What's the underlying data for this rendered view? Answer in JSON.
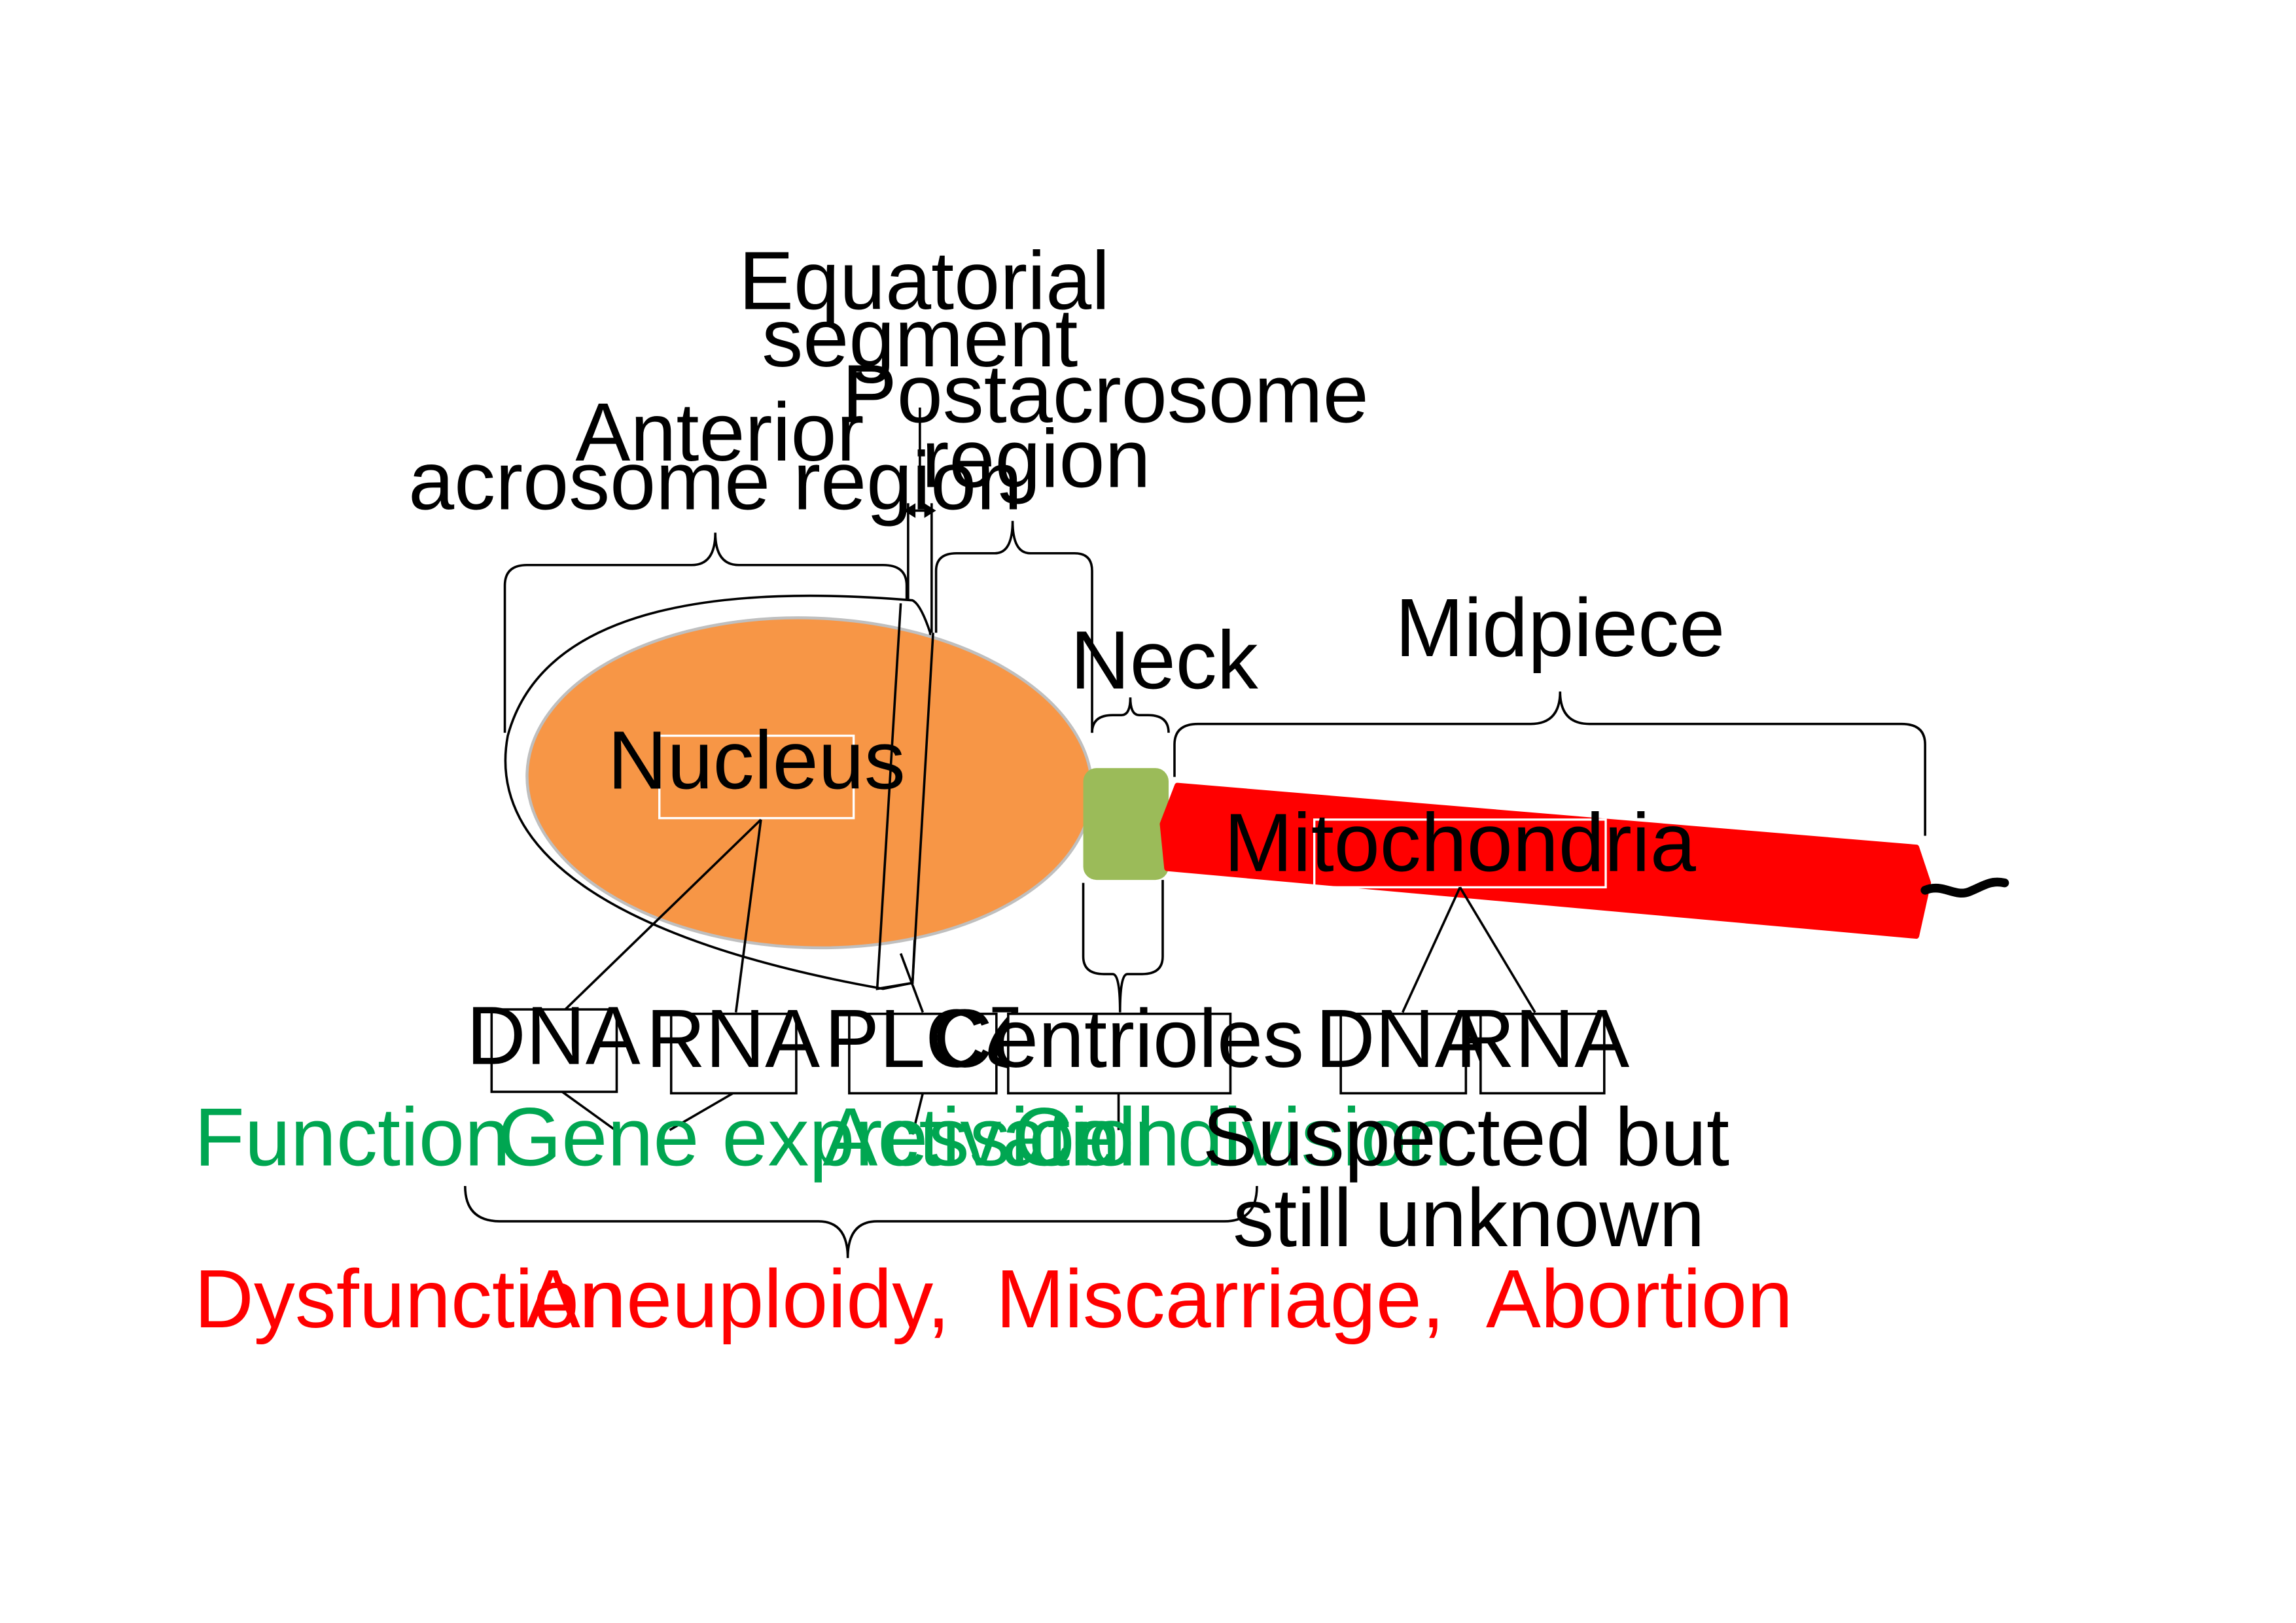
{
  "labels": {
    "equatorial_1": "Equatorial",
    "equatorial_2": "segment",
    "anterior_1": "Anterior",
    "anterior_2": "acrosome region",
    "postacrosome_1": "Postacrosome",
    "postacrosome_2": "region",
    "neck": "Neck",
    "midpiece": "Midpiece",
    "nucleus": "Nucleus",
    "mitochondria": "Mitochondria"
  },
  "boxes": {
    "dna_nuclear": "DNA",
    "rna_nuclear": "RNA",
    "plc": "PLCζ",
    "centrioles": "Centrioles",
    "dna_mito": "DNA",
    "rna_mito": "RNA"
  },
  "function": {
    "heading": "Function",
    "gene_expression": "Gene expression",
    "activation": "Activation",
    "cell_division": "Cell division",
    "mito_1": "Suspected but",
    "mito_2": "still unknown"
  },
  "dysfunction": {
    "heading": "Dysfunction",
    "outcomes": "Aneuploidy,  Miscarriage,  Abortion"
  },
  "colors": {
    "nucleus": "#f79646",
    "neck": "#9bbb59",
    "midpiece": "#ff0000",
    "function_text": "#00a651",
    "dysfunction_text": "#ff0000"
  }
}
